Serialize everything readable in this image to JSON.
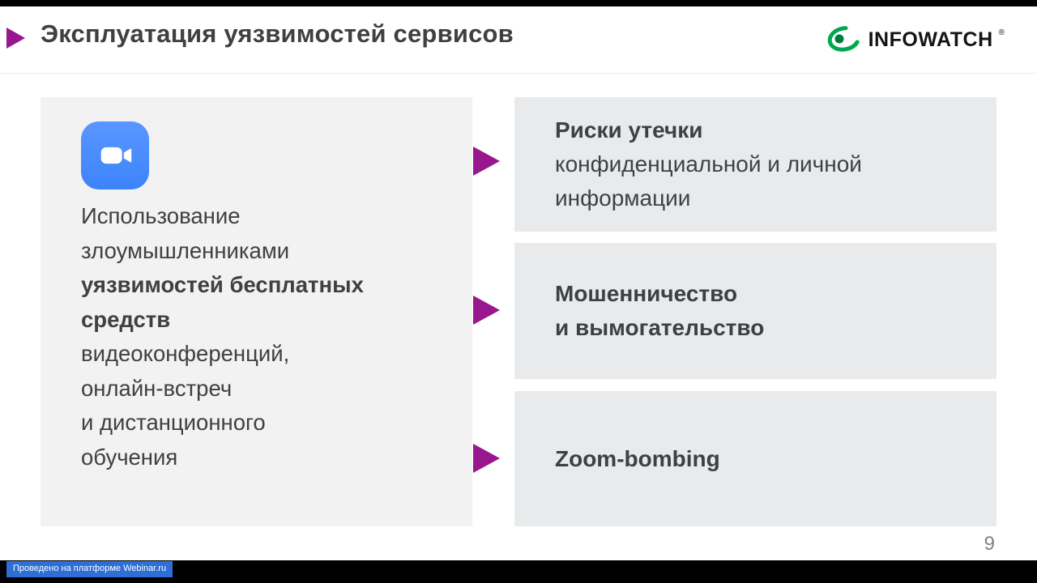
{
  "header": {
    "title": "Эксплуатация уязвимостей сервисов",
    "logo": {
      "text": "INFOWATCH",
      "registered": "®"
    }
  },
  "left_card": {
    "lines": [
      "Использование",
      "злоумышленниками",
      "уязвимостей бесплатных",
      "средств",
      "видеоконференций,",
      "онлайн-встреч",
      "и дистанционного",
      "обучения"
    ]
  },
  "risk_boxes": [
    {
      "lines": [
        "Риски утечки",
        "конфиденциальной и личной",
        "информации"
      ]
    },
    {
      "lines": [
        "Мошенничество",
        "и вымогательство"
      ]
    },
    {
      "lines": [
        "Zoom-bombing"
      ]
    }
  ],
  "page_number": "9",
  "footer": {
    "badge": "Проведено на платформе Webinar.ru"
  },
  "colors": {
    "accent": "#98178E",
    "zoom_blue": "#4A8CFF",
    "infowatch_green": "#00A84F",
    "badge_blue": "#2D6FD6",
    "text_dark": "#3F4041"
  }
}
